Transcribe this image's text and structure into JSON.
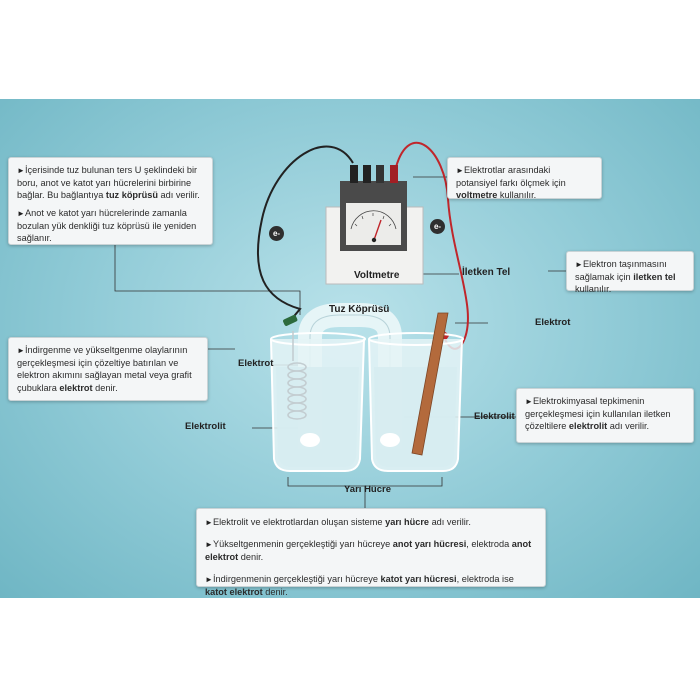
{
  "boxes": {
    "tuz_koprusu": {
      "p1": {
        "a": "İçerisinde tuz bulunan ters U şeklindeki bir boru, anot ve katot yarı hücrelerini birbirine bağlar. Bu bağlantıya ",
        "b": "tuz köprüsü",
        "c": " adı verilir."
      },
      "p2": "Anot ve katot yarı hücrelerinde zamanla bozulan yük denkliği tuz köprüsü ile yeniden sağlanır."
    },
    "voltmetre": {
      "a": "Elektrotlar arasındaki potansiyel farkı ölçmek için ",
      "b": "voltmetre",
      "c": " kullanılır."
    },
    "iletken_tel": {
      "a": "Elektron taşınmasını sağlamak için ",
      "b": "iletken tel",
      "c": " kullanılır."
    },
    "elektrot": {
      "a": "İndirgenme ve yükseltgenme olaylarının gerçekleşmesi için çözeltiye batırılan ve elektron akımını sağlayan metal veya grafit çubuklara ",
      "b": "elektrot",
      "c": " denir."
    },
    "elektrolit": {
      "a": "Elektrokimyasal tepkimenin gerçekleşmesi için kullanılan iletken çözeltilere ",
      "b": "elektrolit",
      "c": " adı verilir."
    },
    "bottom": {
      "l1": {
        "a": "Elektrolit ve elektrotlardan oluşan sisteme ",
        "b": "yarı hücre",
        "c": " adı verilir."
      },
      "l2": {
        "a": "Yükseltgenmenin gerçekleştiği yarı hücreye ",
        "b": "anot yarı hücresi",
        "c": ", elektroda ",
        "d": "anot elektrot",
        "e": " denir."
      },
      "l3": {
        "a": "İndirgenmenin gerçekleştiği yarı hücreye ",
        "b": "katot yarı hücresi",
        "c": ", elektroda ise ",
        "d": "katot elektrot",
        "e": " denir."
      }
    }
  },
  "labels": {
    "voltmetre": "Voltmetre",
    "tuz_koprusu": "Tuz Köprüsü",
    "iletken_tel": "İletken Tel",
    "elektrot_left": "Elektrot",
    "elektrot_right": "Elektrot",
    "elektrolit_left": "Elektrolit",
    "elektrolit_right": "Elektrolit",
    "yari_hucre": "Yarı Hücre",
    "electron": "e-",
    "bullet": "►"
  },
  "colors": {
    "background": "#8fcad6",
    "wire_black": "#222222",
    "wire_red": "#c0262b",
    "copper": "#b36a3c",
    "glass": "#e6f4f7"
  }
}
